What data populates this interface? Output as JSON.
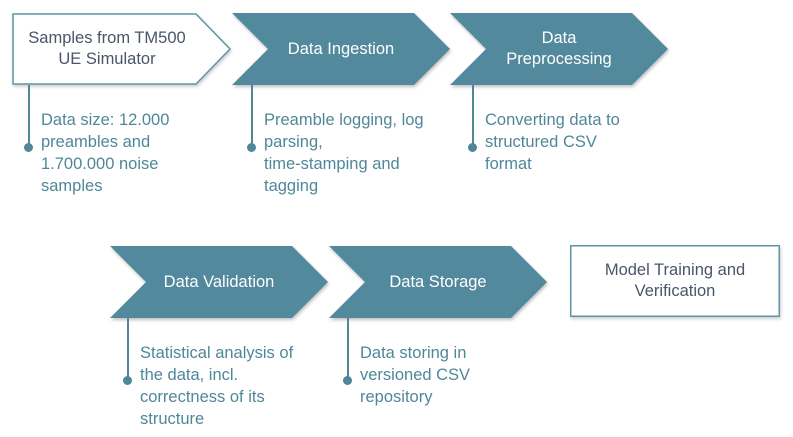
{
  "colors": {
    "chevron_fill": "#52899c",
    "box_border": "#5f95a6",
    "box_text": "#4a5568",
    "desc_text": "#4f8799"
  },
  "steps": [
    {
      "label": "Samples from TM500\nUE Simulator",
      "desc": "Data size: 12.000\npreambles and\n1.700.000 noise\nsamples"
    },
    {
      "label": "Data Ingestion",
      "desc": "Preamble logging, log\nparsing,\ntime-stamping and\ntagging"
    },
    {
      "label": "Data\nPreprocessing",
      "desc": "Converting data to\nstructured CSV\nformat"
    },
    {
      "label": "Data Validation",
      "desc": "Statistical analysis of\nthe data, incl.\ncorrectness of its\nstructure"
    },
    {
      "label": "Data Storage",
      "desc": "Data storing in\nversioned CSV\nrepository"
    },
    {
      "label": "Model Training and\nVerification"
    }
  ]
}
